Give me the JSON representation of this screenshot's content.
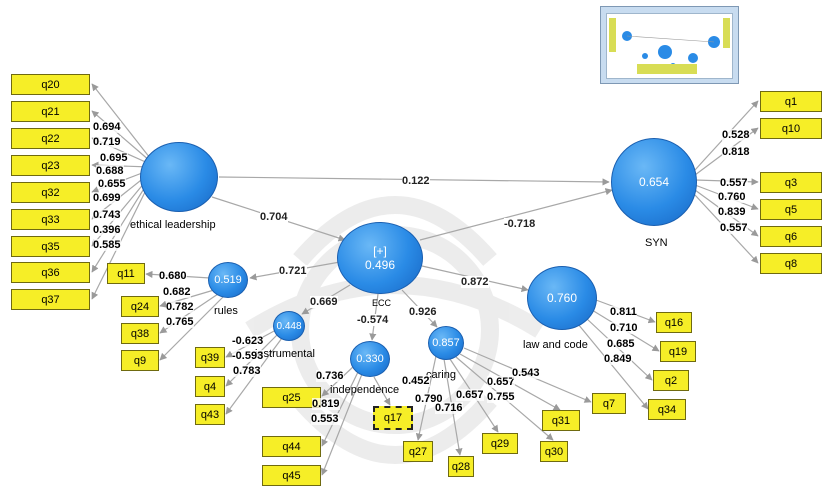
{
  "latents": {
    "ethical_leadership": {
      "label": "ethical leadership",
      "value": ""
    },
    "syn": {
      "label": "SYN",
      "value": "0.654"
    },
    "central": {
      "prefix": "[+]",
      "value": "0.496",
      "sublabel": "ECC"
    },
    "law_and_code": {
      "label": "law and code",
      "value": "0.760"
    },
    "rules": {
      "label": "rules",
      "value": "0.519"
    },
    "instrumental": {
      "label": "instrumental",
      "value": "0.448"
    },
    "independence": {
      "label": "independence",
      "value": "0.330"
    },
    "caring": {
      "label": "caring",
      "value": "0.857"
    }
  },
  "indicators": {
    "q20": "q20",
    "q21": "q21",
    "q22": "q22",
    "q23": "q23",
    "q32": "q32",
    "q33": "q33",
    "q35": "q35",
    "q36": "q36",
    "q37": "q37",
    "q1": "q1",
    "q10": "q10",
    "q3": "q3",
    "q5": "q5",
    "q6": "q6",
    "q8": "q8",
    "q11": "q11",
    "q24": "q24",
    "q38": "q38",
    "q9": "q9",
    "q16": "q16",
    "q19": "q19",
    "q2": "q2",
    "q34": "q34",
    "q39": "q39",
    "q4": "q4",
    "q43": "q43",
    "q25": "q25",
    "q17": "q17",
    "q44": "q44",
    "q45": "q45",
    "q27": "q27",
    "q28": "q28",
    "q29": "q29",
    "q30": "q30",
    "q31": "q31",
    "q7": "q7"
  },
  "loadings": {
    "ethical": [
      "0.694",
      "0.719",
      "0.695",
      "0.688",
      "0.655",
      "0.699",
      "0.743",
      "0.396",
      "0.585"
    ],
    "syn": [
      "0.528",
      "0.818",
      "0.557",
      "0.760",
      "0.839",
      "0.557"
    ],
    "rules": [
      "0.680",
      "0.682",
      "0.782",
      "0.765"
    ],
    "law": [
      "0.811",
      "0.710",
      "0.685",
      "0.849"
    ],
    "instrumental": [
      "-0.623",
      "-0.593",
      "0.783"
    ],
    "independence": [
      "0.736",
      "0.819",
      "0.553"
    ],
    "caring": [
      "0.452",
      "0.790",
      "0.716",
      "0.657",
      "0.755",
      "0.657",
      "0.543"
    ]
  },
  "paths": {
    "ethical_syn": "0.122",
    "ethical_ecc": "0.704",
    "ecc_syn": "-0.718",
    "ecc_rules": "0.721",
    "ecc_law": "0.872",
    "ecc_instrumental": "0.669",
    "ecc_independence": "-0.574",
    "ecc_caring": "0.926"
  },
  "colors": {
    "indicator_fill": "#f6ee27",
    "latent_fill": "#2a8be6",
    "arrow": "#a8a8a8"
  }
}
